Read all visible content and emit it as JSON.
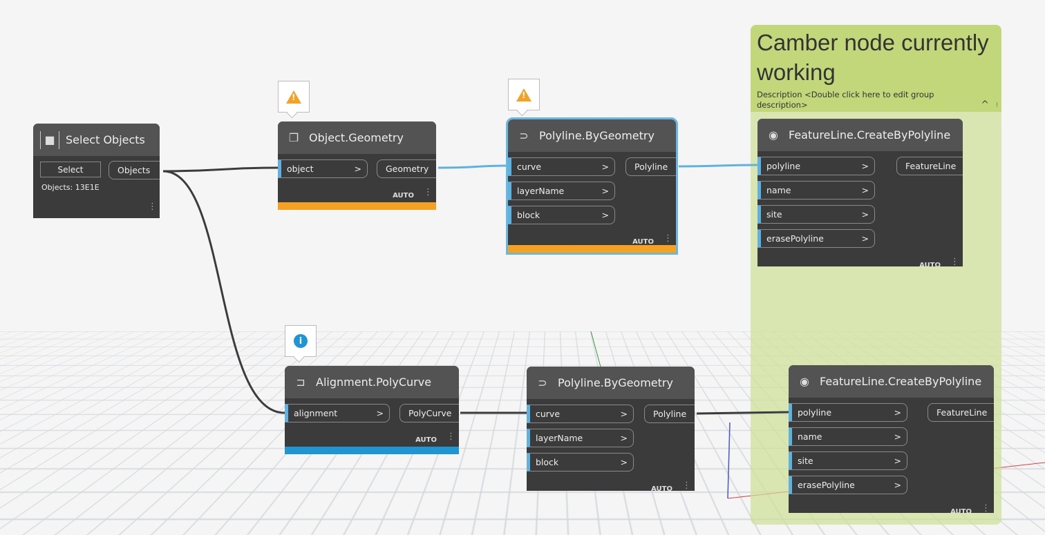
{
  "group": {
    "title": "Camber node currently working",
    "description": "Description <Double click here to edit group description>",
    "color": "#c2d77a"
  },
  "colors": {
    "warning": "#f5a122",
    "info": "#1f96d3",
    "selected": "#6ab8e0",
    "wire_active": "#5fb2e0",
    "wire": "#3c3c3c"
  },
  "select_node": {
    "title": "Select Objects",
    "button": "Select",
    "output": "Objects",
    "status": "Objects: 13E1E"
  },
  "nodes": [
    {
      "id": "n2",
      "title": "Object.Geometry",
      "icon": "stack-icon",
      "inputs": [
        "object"
      ],
      "outputs": [
        "Geometry"
      ],
      "mode": "AUTO",
      "state": "warning"
    },
    {
      "id": "n3",
      "title": "Polyline.ByGeometry",
      "icon": "polyline-icon",
      "inputs": [
        "curve",
        "layerName",
        "block"
      ],
      "outputs": [
        "Polyline"
      ],
      "mode": "AUTO",
      "state": "warning",
      "selected": true
    },
    {
      "id": "n4",
      "title": "FeatureLine.CreateByPolyline",
      "icon": "featureline-icon",
      "inputs": [
        "polyline",
        "name",
        "site",
        "erasePolyline"
      ],
      "outputs": [
        "FeatureLine"
      ],
      "mode": "AUTO",
      "state": "ok"
    },
    {
      "id": "n5",
      "title": "Alignment.PolyCurve",
      "icon": "alignment-icon",
      "inputs": [
        "alignment"
      ],
      "outputs": [
        "PolyCurve"
      ],
      "mode": "AUTO",
      "state": "info"
    },
    {
      "id": "n6",
      "title": "Polyline.ByGeometry",
      "icon": "polyline-icon",
      "inputs": [
        "curve",
        "layerName",
        "block"
      ],
      "outputs": [
        "Polyline"
      ],
      "mode": "AUTO",
      "state": "ok"
    },
    {
      "id": "n7",
      "title": "FeatureLine.CreateByPolyline",
      "icon": "featureline-icon",
      "inputs": [
        "polyline",
        "name",
        "site",
        "erasePolyline"
      ],
      "outputs": [
        "FeatureLine"
      ],
      "mode": "AUTO",
      "state": "ok"
    }
  ],
  "tooltips": {
    "warning_symbol": "!",
    "info_symbol": "i"
  },
  "glyphs": {
    "arrow": ">",
    "collapse": "^",
    "menu": "⋮"
  }
}
